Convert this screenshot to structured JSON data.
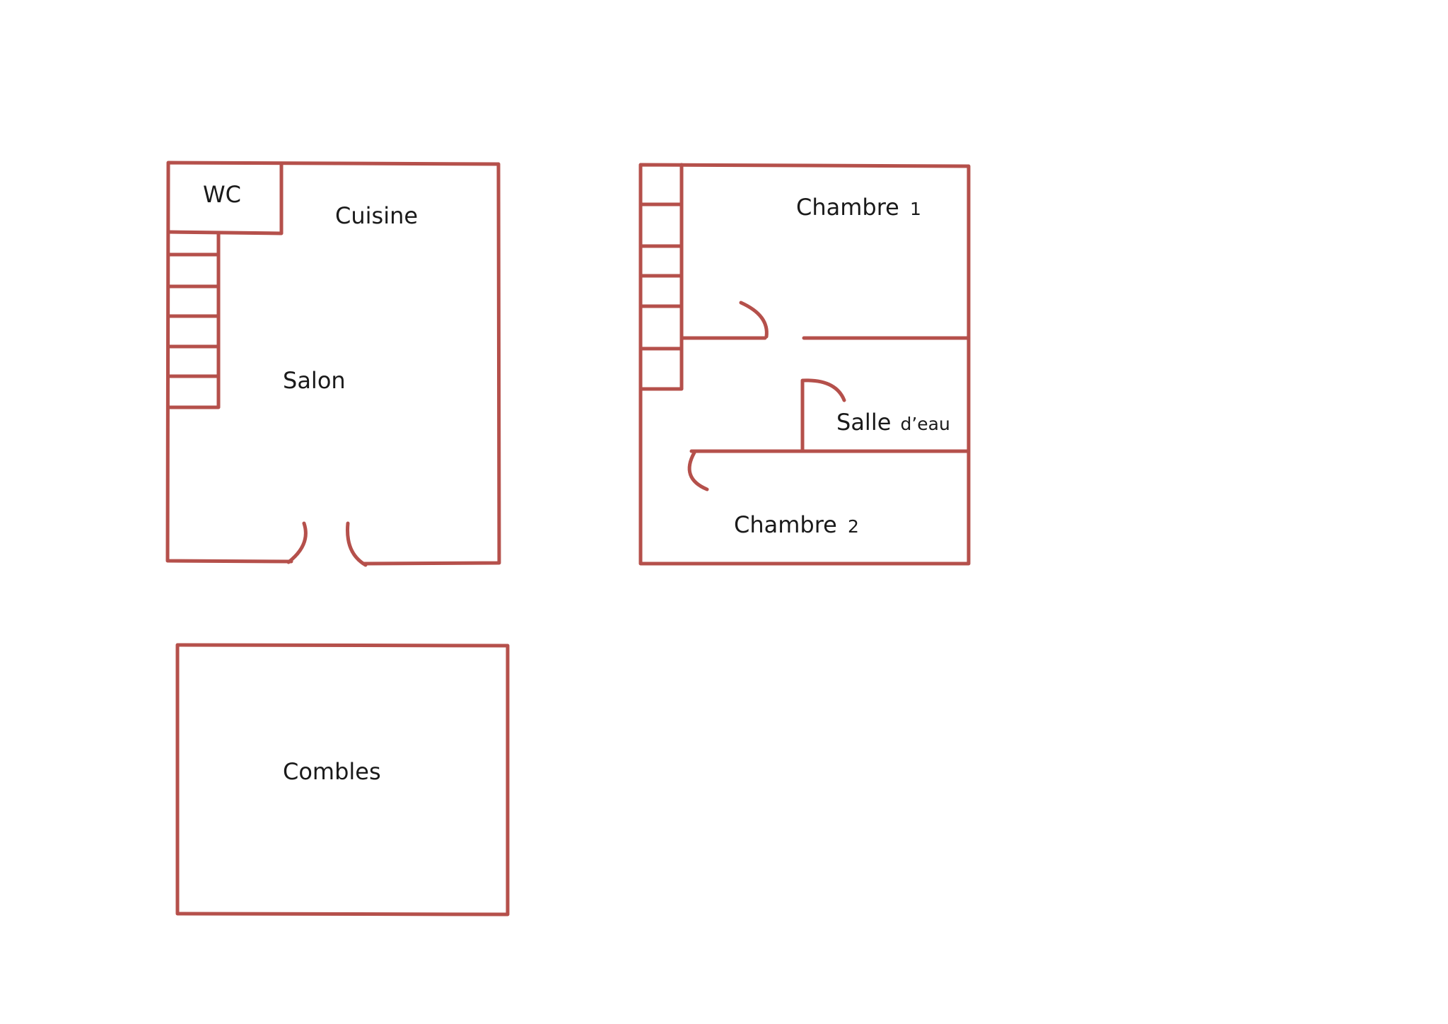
{
  "plan": {
    "wall_color": "#b5504b",
    "ground_floor": {
      "wc_label": "WC",
      "kitchen_label": "Cuisine",
      "living_label": "Salon"
    },
    "upper_floor": {
      "bedroom1_label": "Chambre",
      "bedroom1_number": "1",
      "bathroom_label": "Salle",
      "bathroom_suffix": "d’eau",
      "bedroom2_label": "Chambre",
      "bedroom2_number": "2"
    },
    "attic": {
      "label": "Combles"
    }
  }
}
